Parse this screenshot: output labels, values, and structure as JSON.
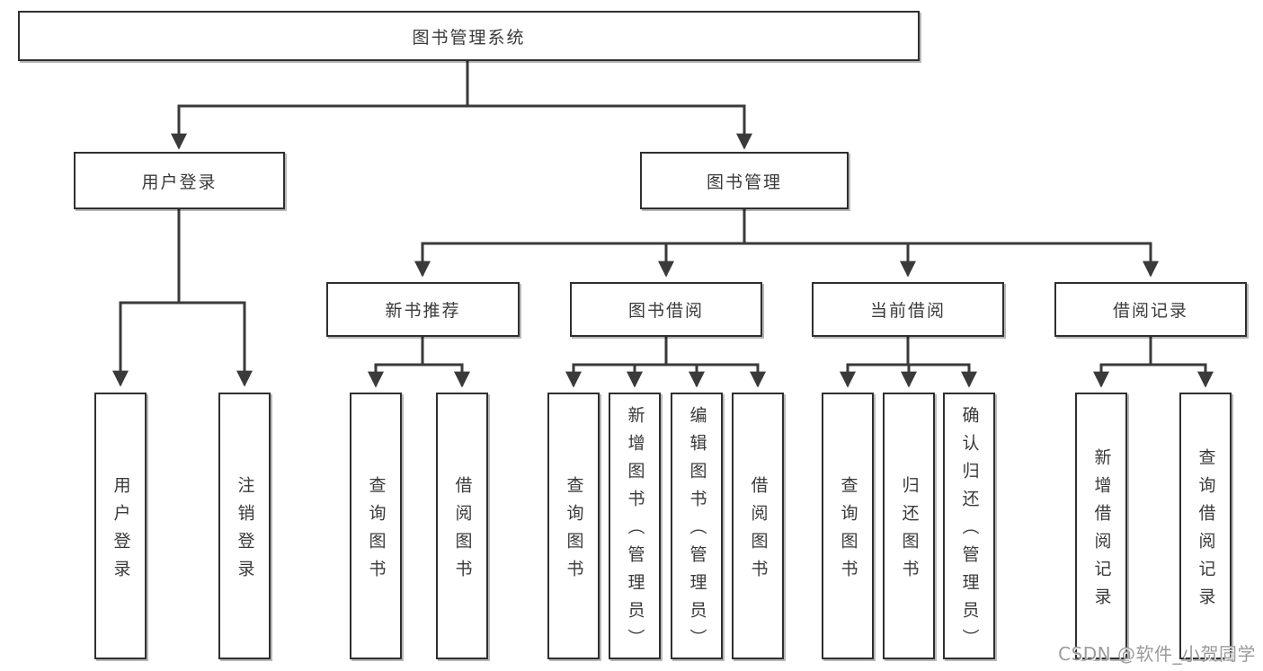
{
  "diagram": {
    "root": "图书管理系统",
    "branches": [
      {
        "label": "用户登录",
        "children": [
          "用户登录",
          "注销登录"
        ]
      },
      {
        "label": "图书管理",
        "children": [
          {
            "label": "新书推荐",
            "children": [
              "查询图书",
              "借阅图书"
            ]
          },
          {
            "label": "图书借阅",
            "children": [
              "查询图书",
              "新增图书（管理员）",
              "编辑图书（管理员）",
              "借阅图书"
            ]
          },
          {
            "label": "当前借阅",
            "children": [
              "查询图书",
              "归还图书",
              "确认归还（管理员）"
            ]
          },
          {
            "label": "借阅记录",
            "children": [
              "新增借阅记录",
              "查询借阅记录"
            ]
          }
        ]
      }
    ]
  },
  "watermark": "CSDN @软件_小贺同学",
  "colors": {
    "line": "#3a3a3a",
    "box_border": "#2f2f2f",
    "text": "#3a3a3a",
    "watermark": "#9b9b9b",
    "background": "#ffffff"
  }
}
